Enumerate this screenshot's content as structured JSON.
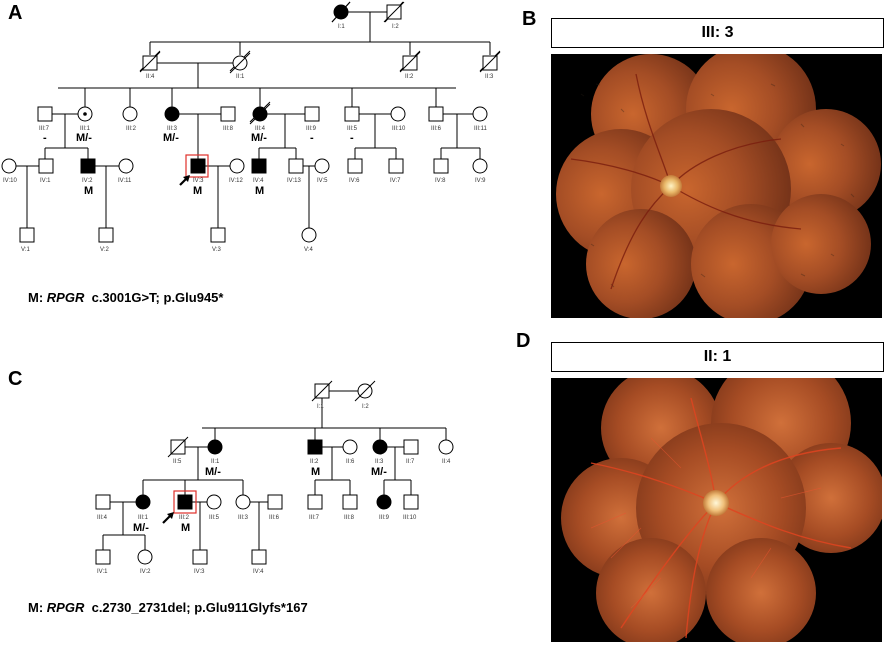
{
  "panels": {
    "a": "A",
    "b": "B",
    "c": "C",
    "d": "D"
  },
  "pedigree_a": {
    "mutation_prefix": "M:",
    "gene": "RPGR",
    "mutation_rest": "c.3001G>T; p.Glu945*",
    "individuals": [
      {
        "id": "I:1"
      },
      {
        "id": "I:2"
      },
      {
        "id": "II:4"
      },
      {
        "id": "II:1"
      },
      {
        "id": "II:2"
      },
      {
        "id": "II:3"
      },
      {
        "id": "III:7"
      },
      {
        "id": "III:1"
      },
      {
        "id": "III:2"
      },
      {
        "id": "III:3"
      },
      {
        "id": "III:8"
      },
      {
        "id": "III:4"
      },
      {
        "id": "III:9"
      },
      {
        "id": "III:5"
      },
      {
        "id": "III:10"
      },
      {
        "id": "III:6"
      },
      {
        "id": "III:11"
      },
      {
        "id": "IV:10"
      },
      {
        "id": "IV:1"
      },
      {
        "id": "IV:2"
      },
      {
        "id": "IV:11"
      },
      {
        "id": "IV:3"
      },
      {
        "id": "IV:12"
      },
      {
        "id": "IV:4"
      },
      {
        "id": "IV:13"
      },
      {
        "id": "IV:5"
      },
      {
        "id": "IV:6"
      },
      {
        "id": "IV:7"
      },
      {
        "id": "IV:8"
      },
      {
        "id": "IV:9"
      },
      {
        "id": "V:1"
      },
      {
        "id": "V:2"
      },
      {
        "id": "V:3"
      },
      {
        "id": "V:4"
      }
    ],
    "genotypes": {
      "III:7": "-",
      "III:1": "M/-",
      "III:3": "M/-",
      "III:4": "M/-",
      "III:9": "-",
      "III:5": "-",
      "IV:2": "M",
      "IV:3": "M",
      "IV:4": "M"
    }
  },
  "pedigree_c": {
    "mutation_prefix": "M:",
    "gene": "RPGR",
    "mutation_rest": "c.2730_2731del; p.Glu911Glyfs*167",
    "individuals": [
      {
        "id": "I:1"
      },
      {
        "id": "I:2"
      },
      {
        "id": "II:5"
      },
      {
        "id": "II:1"
      },
      {
        "id": "II:2"
      },
      {
        "id": "II:6"
      },
      {
        "id": "II:3"
      },
      {
        "id": "II:7"
      },
      {
        "id": "II:4"
      },
      {
        "id": "III:4"
      },
      {
        "id": "III:1"
      },
      {
        "id": "III:2"
      },
      {
        "id": "III:5"
      },
      {
        "id": "III:3"
      },
      {
        "id": "III:6"
      },
      {
        "id": "III:7"
      },
      {
        "id": "III:8"
      },
      {
        "id": "III:9"
      },
      {
        "id": "III:10"
      },
      {
        "id": "IV:1"
      },
      {
        "id": "IV:2"
      },
      {
        "id": "IV:3"
      },
      {
        "id": "IV:4"
      }
    ],
    "genotypes": {
      "II:1": "M/-",
      "II:2": "M",
      "II:3": "M/-",
      "III:1": "M/-",
      "III:2": "M"
    }
  },
  "fundus_b": {
    "title": "III: 3"
  },
  "fundus_d": {
    "title": "II: 1"
  }
}
